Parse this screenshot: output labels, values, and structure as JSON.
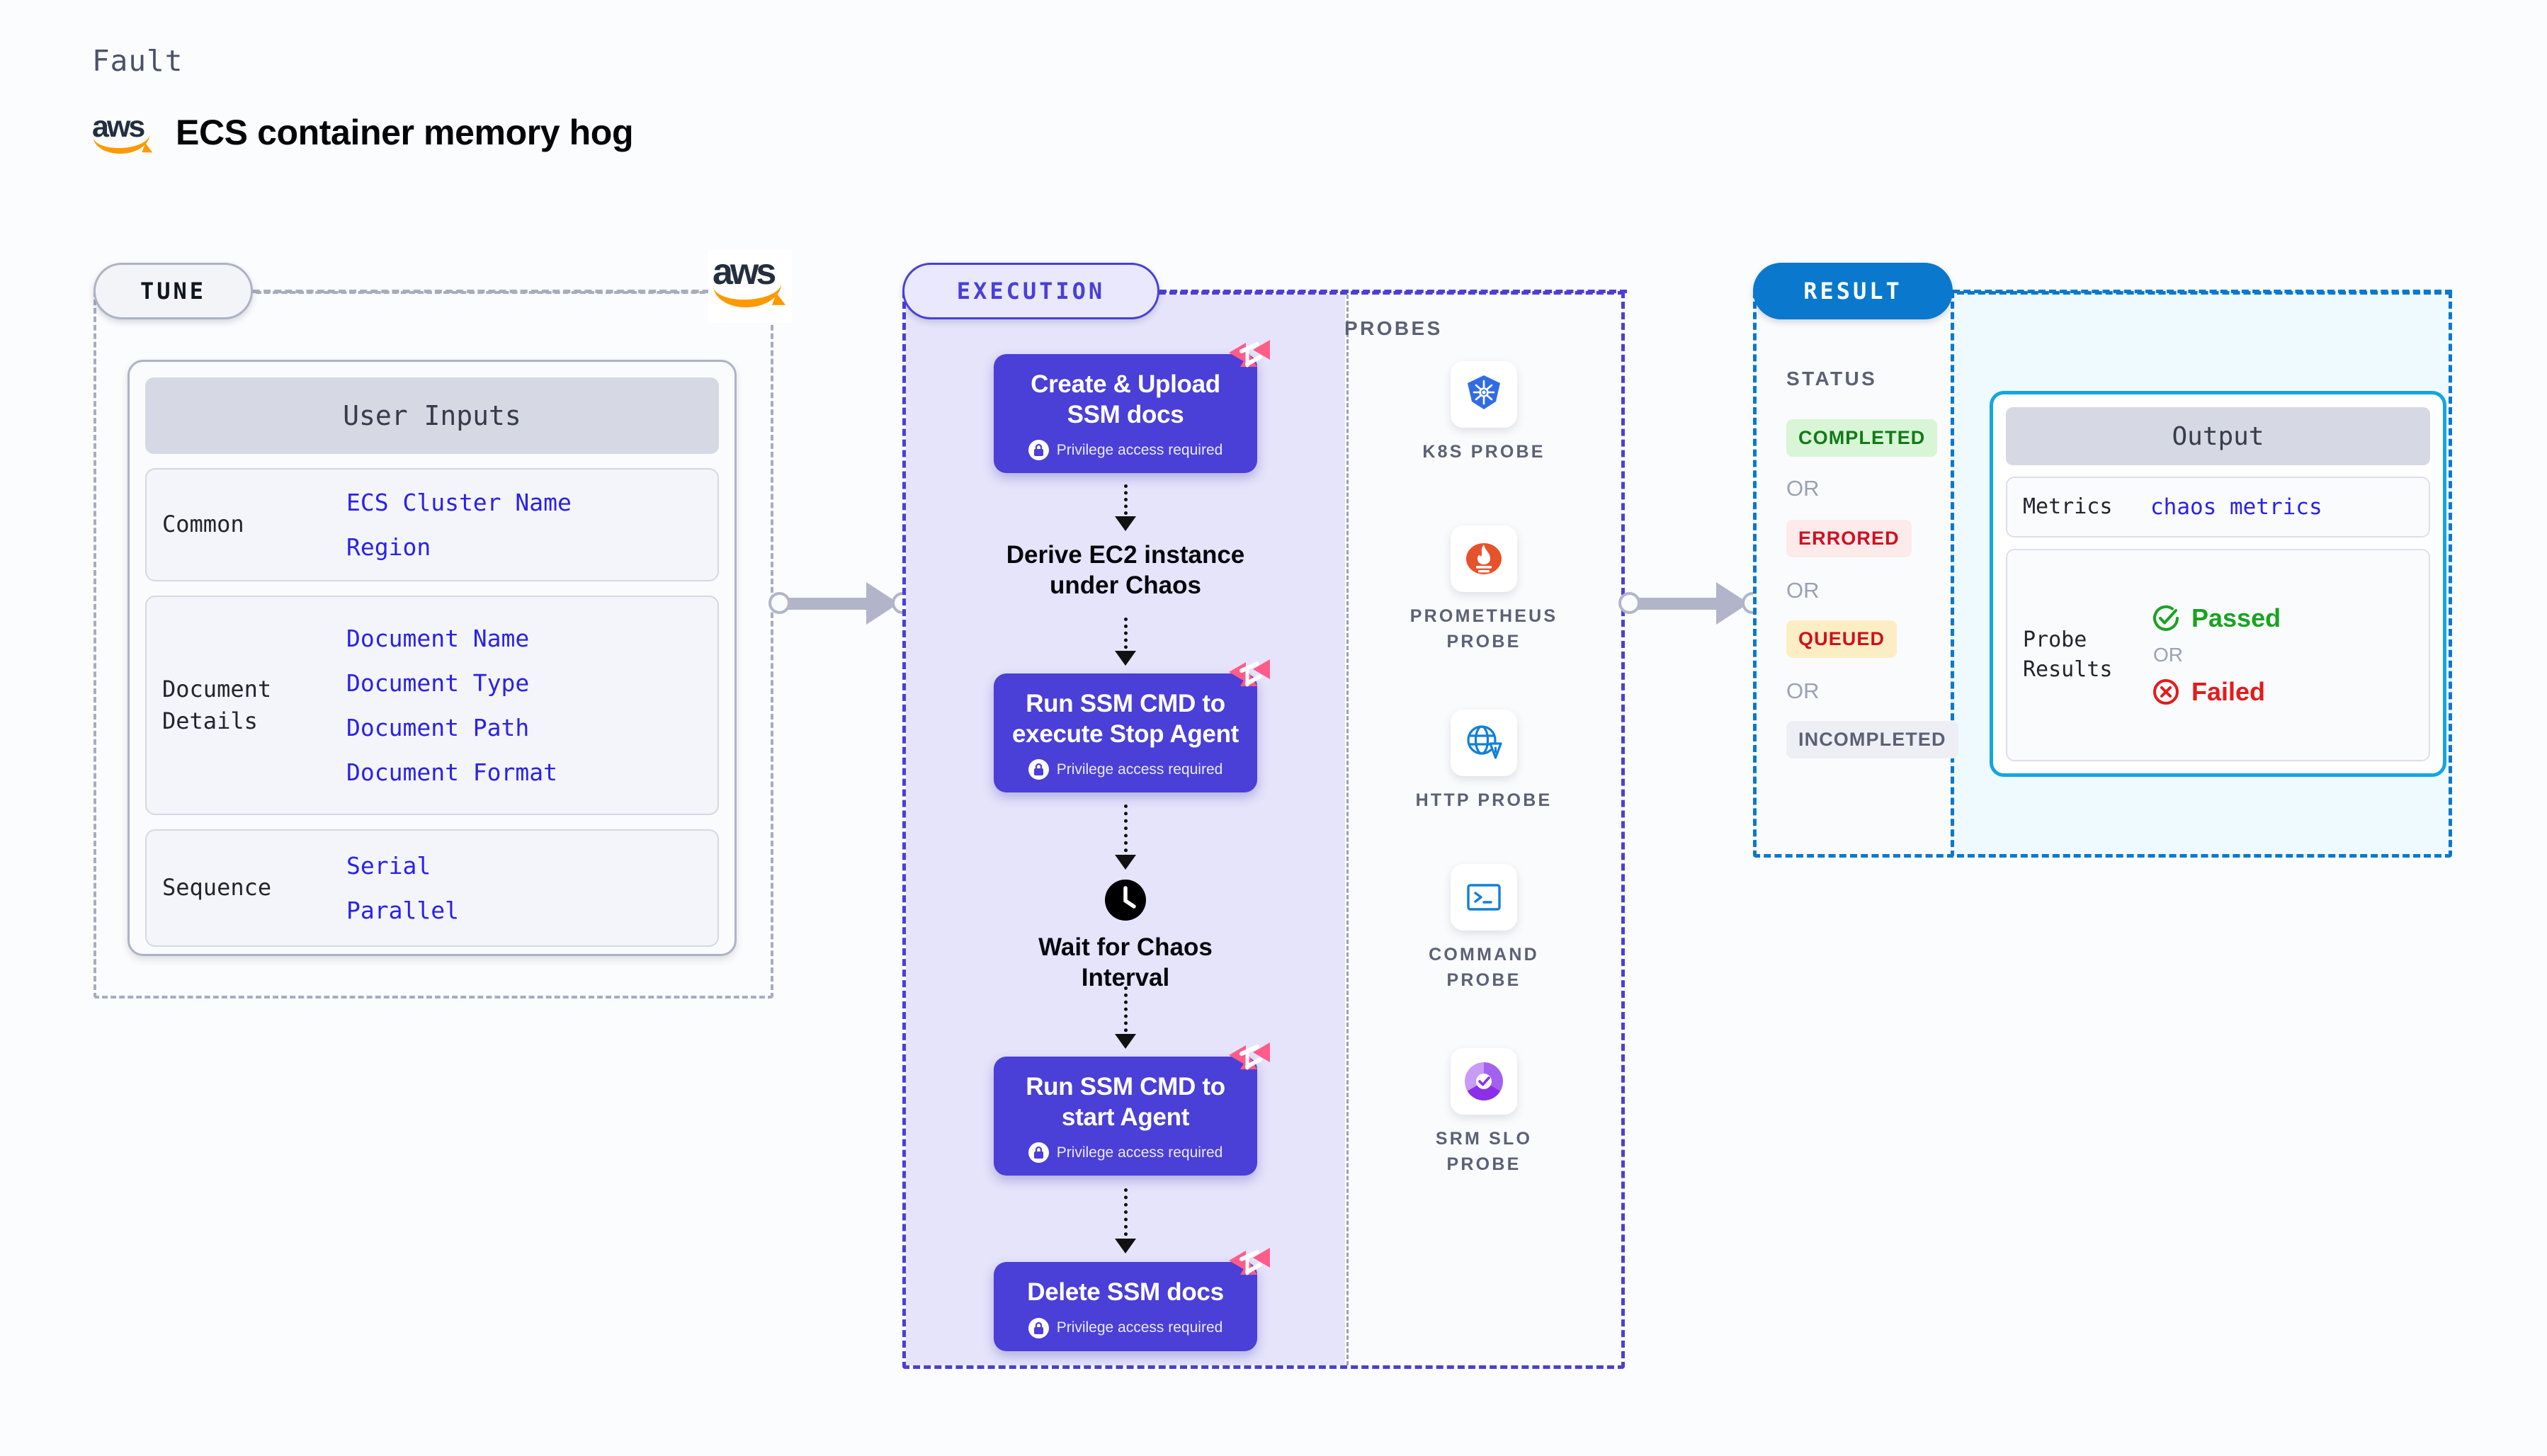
{
  "header": {
    "kicker": "Fault",
    "title": "ECS container memory hog",
    "logo": "aws-logo"
  },
  "tune": {
    "pill_label": "TUNE",
    "aws_mark": "aws-logo",
    "card_title": "User Inputs",
    "groups": [
      {
        "label": "Common",
        "values": [
          "ECS Cluster Name",
          "Region"
        ]
      },
      {
        "label": "Document\nDetails",
        "values": [
          "Document Name",
          "Document Type",
          "Document Path",
          "Document Format"
        ]
      },
      {
        "label": "Sequence",
        "values": [
          "Serial",
          "Parallel"
        ]
      }
    ]
  },
  "execution": {
    "pill_label": "EXECUTION",
    "privilege_note": "Privilege access required",
    "steps": [
      {
        "type": "card",
        "title": "Create & Upload\nSSM docs",
        "privileged": true,
        "badge": "harness-chaos-badge"
      },
      {
        "type": "plain",
        "title": "Derive EC2 instance\nunder Chaos",
        "privileged": false,
        "icon": null
      },
      {
        "type": "card",
        "title": "Run SSM CMD to\nexecute Stop Agent",
        "privileged": true,
        "badge": "harness-chaos-badge"
      },
      {
        "type": "plain",
        "title": "Wait for Chaos\nInterval",
        "privileged": false,
        "icon": "clock-icon"
      },
      {
        "type": "card",
        "title": "Run SSM CMD to\nstart Agent",
        "privileged": true,
        "badge": "harness-chaos-badge"
      },
      {
        "type": "card",
        "title": "Delete SSM docs",
        "privileged": true,
        "badge": "harness-chaos-badge"
      }
    ]
  },
  "probes": {
    "section_label": "PROBES",
    "items": [
      {
        "name": "K8S PROBE",
        "icon": "kubernetes-icon"
      },
      {
        "name": "PROMETHEUS\nPROBE",
        "icon": "prometheus-icon"
      },
      {
        "name": "HTTP PROBE",
        "icon": "http-globe-icon"
      },
      {
        "name": "COMMAND\nPROBE",
        "icon": "terminal-icon"
      },
      {
        "name": "SRM SLO\nPROBE",
        "icon": "srm-slo-icon"
      }
    ]
  },
  "result": {
    "pill_label": "RESULT",
    "status_label": "STATUS",
    "or_label": "OR",
    "statuses": [
      {
        "label": "COMPLETED",
        "color": "#127a17",
        "bg": "#d8f5d6"
      },
      {
        "label": "ERRORED",
        "color": "#cf1020",
        "bg": "#fdeaea"
      },
      {
        "label": "QUEUED",
        "color": "#cf1020",
        "bg": "#fbeec4"
      },
      {
        "label": "INCOMPLETED",
        "color": "#5b6175",
        "bg": "#eeeff5"
      }
    ],
    "output": {
      "title": "Output",
      "metrics_label": "Metrics",
      "metrics_value": "chaos metrics",
      "probe_results_label": "Probe\nResults",
      "passed_label": "Passed",
      "failed_label": "Failed",
      "or_label": "OR",
      "passed_color": "#19a320",
      "failed_color": "#e31b1b"
    }
  },
  "colors": {
    "step_card": "#4a3fd6",
    "execution_bg": "#e5e4fb",
    "execution_border": "#4a3fd6",
    "tune_border": "#a7adbf",
    "result_border": "#0a78cd",
    "output_border": "#13a5e1",
    "output_bg": "#eefaff",
    "badge_pink": "#ff5c8a",
    "aws_orange": "#ff9900"
  }
}
